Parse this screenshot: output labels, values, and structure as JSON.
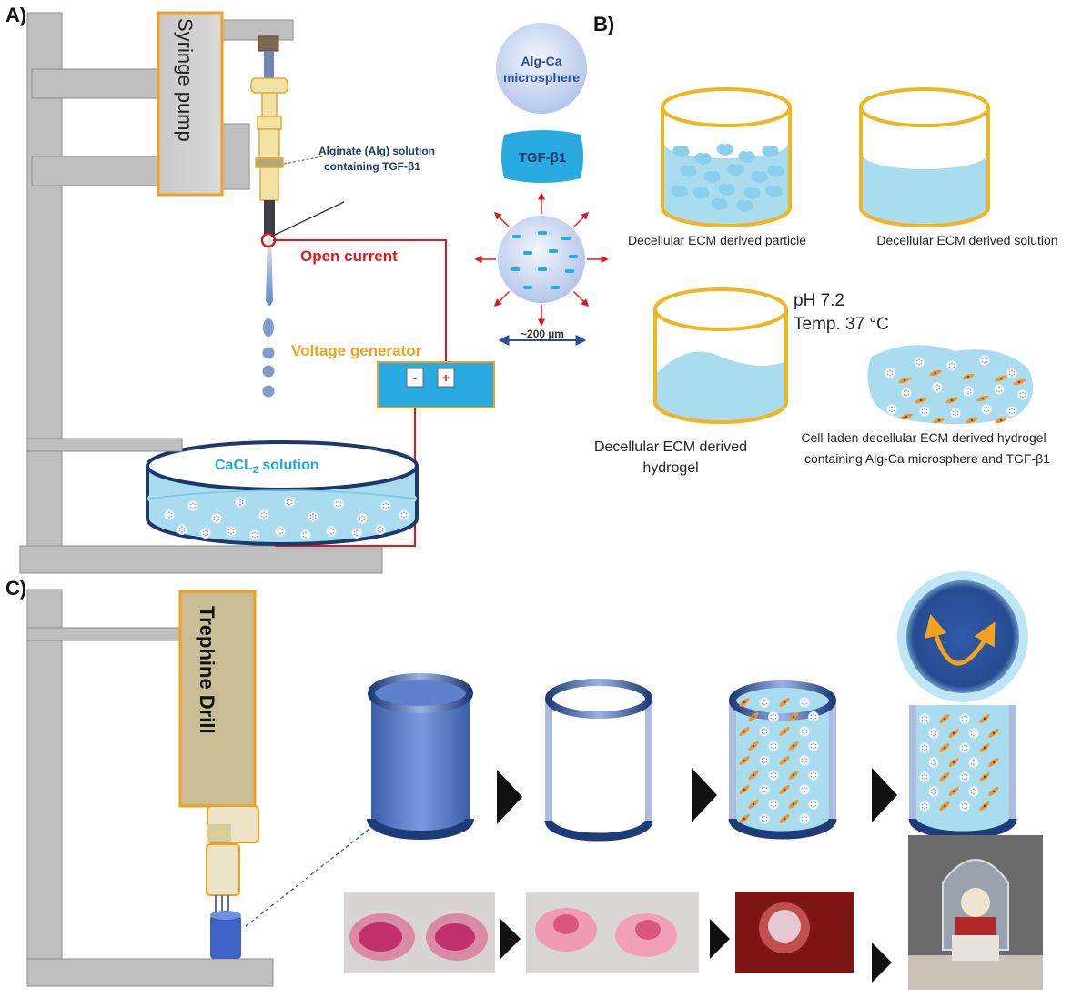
{
  "panel_a": {
    "label": "A)",
    "syringe_pump": "Syringe pump",
    "alginate_line1": "Alginate (Alg) solution",
    "alginate_line2": "containing TGF-β1",
    "open_current": "Open current",
    "voltage_generator": "Voltage generator",
    "minus": "-",
    "plus": "+",
    "cacl2_main": "CaCL",
    "cacl2_sub": "2",
    "cacl2_rest": " solution"
  },
  "legend": {
    "alg_ca_line1": "Alg-Ca",
    "alg_ca_line2": "microsphere",
    "tgf": "TGF-β1",
    "size": "~200 µm"
  },
  "panel_b": {
    "label": "B)",
    "particle": "Decellular ECM derived particle",
    "solution": "Decellular ECM derived solution",
    "ph": "pH 7.2",
    "temp": "Temp. 37 °C",
    "hydrogel_line1": "Decellular ECM derived",
    "hydrogel_line2": "hydrogel",
    "cellladen_line1": "Cell-laden decellular ECM derived hydrogel",
    "cellladen_line2": "containing  Alg-Ca microsphere and TGF-β1"
  },
  "panel_c": {
    "label": "C)",
    "trephine": "Trephine Drill"
  },
  "colors": {
    "stand_gray": "#bdbdbd",
    "pump_gray": "#c8c8c8",
    "accent_orange": "#f0a020",
    "wire_red": "#e0181b",
    "generator_blue": "#29abe2",
    "navy": "#1b3a6b",
    "fluid_light": "#a9dcef",
    "drill_khaki": "#c8bd94",
    "cyan_text": "#1aa7dd"
  }
}
